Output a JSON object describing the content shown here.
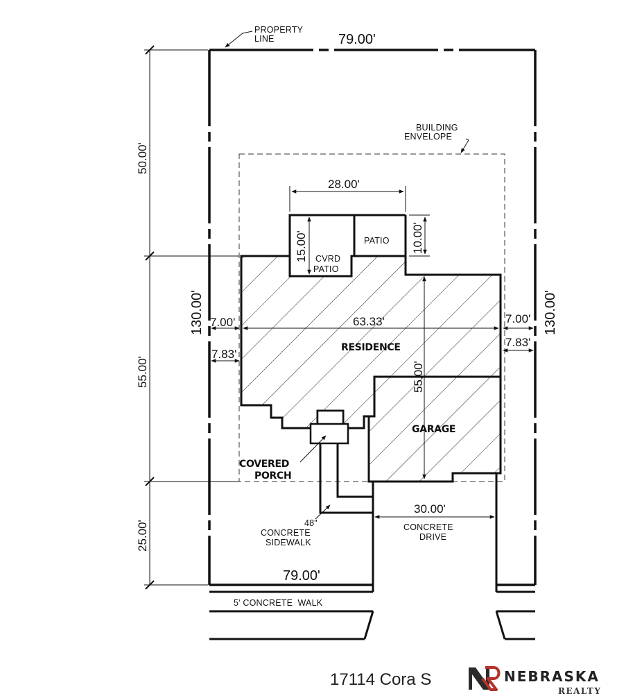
{
  "labels": {
    "property_line": [
      "PROPERTY",
      "LINE"
    ],
    "building_envelope": [
      "BUILDING",
      "ENVELOPE"
    ],
    "patio": "PATIO",
    "cvrd_patio": [
      "CVRD",
      "PATIO"
    ],
    "residence": "RESIDENCE",
    "garage": "GARAGE",
    "covered_porch": [
      "COVERED",
      "PORCH"
    ],
    "concrete_sidewalk": [
      "48\"",
      "CONCRETE",
      "SIDEWALK"
    ],
    "concrete_drive": [
      "CONCRETE",
      "DRIVE"
    ],
    "concrete_walk": "5' CONCRETE  WALK"
  },
  "dimensions": {
    "lot_width_top": "79.00'",
    "lot_width_bottom": "79.00'",
    "lot_depth_left": "130.00'",
    "lot_depth_right": "130.00'",
    "rear_setback": "50.00'",
    "envelope_depth": "55.00'",
    "front_setback": "25.00'",
    "patio_width": "28.00'",
    "cvrd_patio_depth": "15.00'",
    "patio_depth": "10.00'",
    "house_width": "63.33'",
    "house_depth": "55.00'",
    "left_side_setback": "7.00'",
    "right_side_setback": "7.00'",
    "left_side_offset": "7.83'",
    "right_side_offset": "7.83'",
    "drive_width": "30.00'"
  },
  "footer": {
    "address": "17114 Cora S",
    "logo_mark": "NR",
    "brand_name": "NEBRASKA",
    "brand_sub": "REALTY"
  }
}
